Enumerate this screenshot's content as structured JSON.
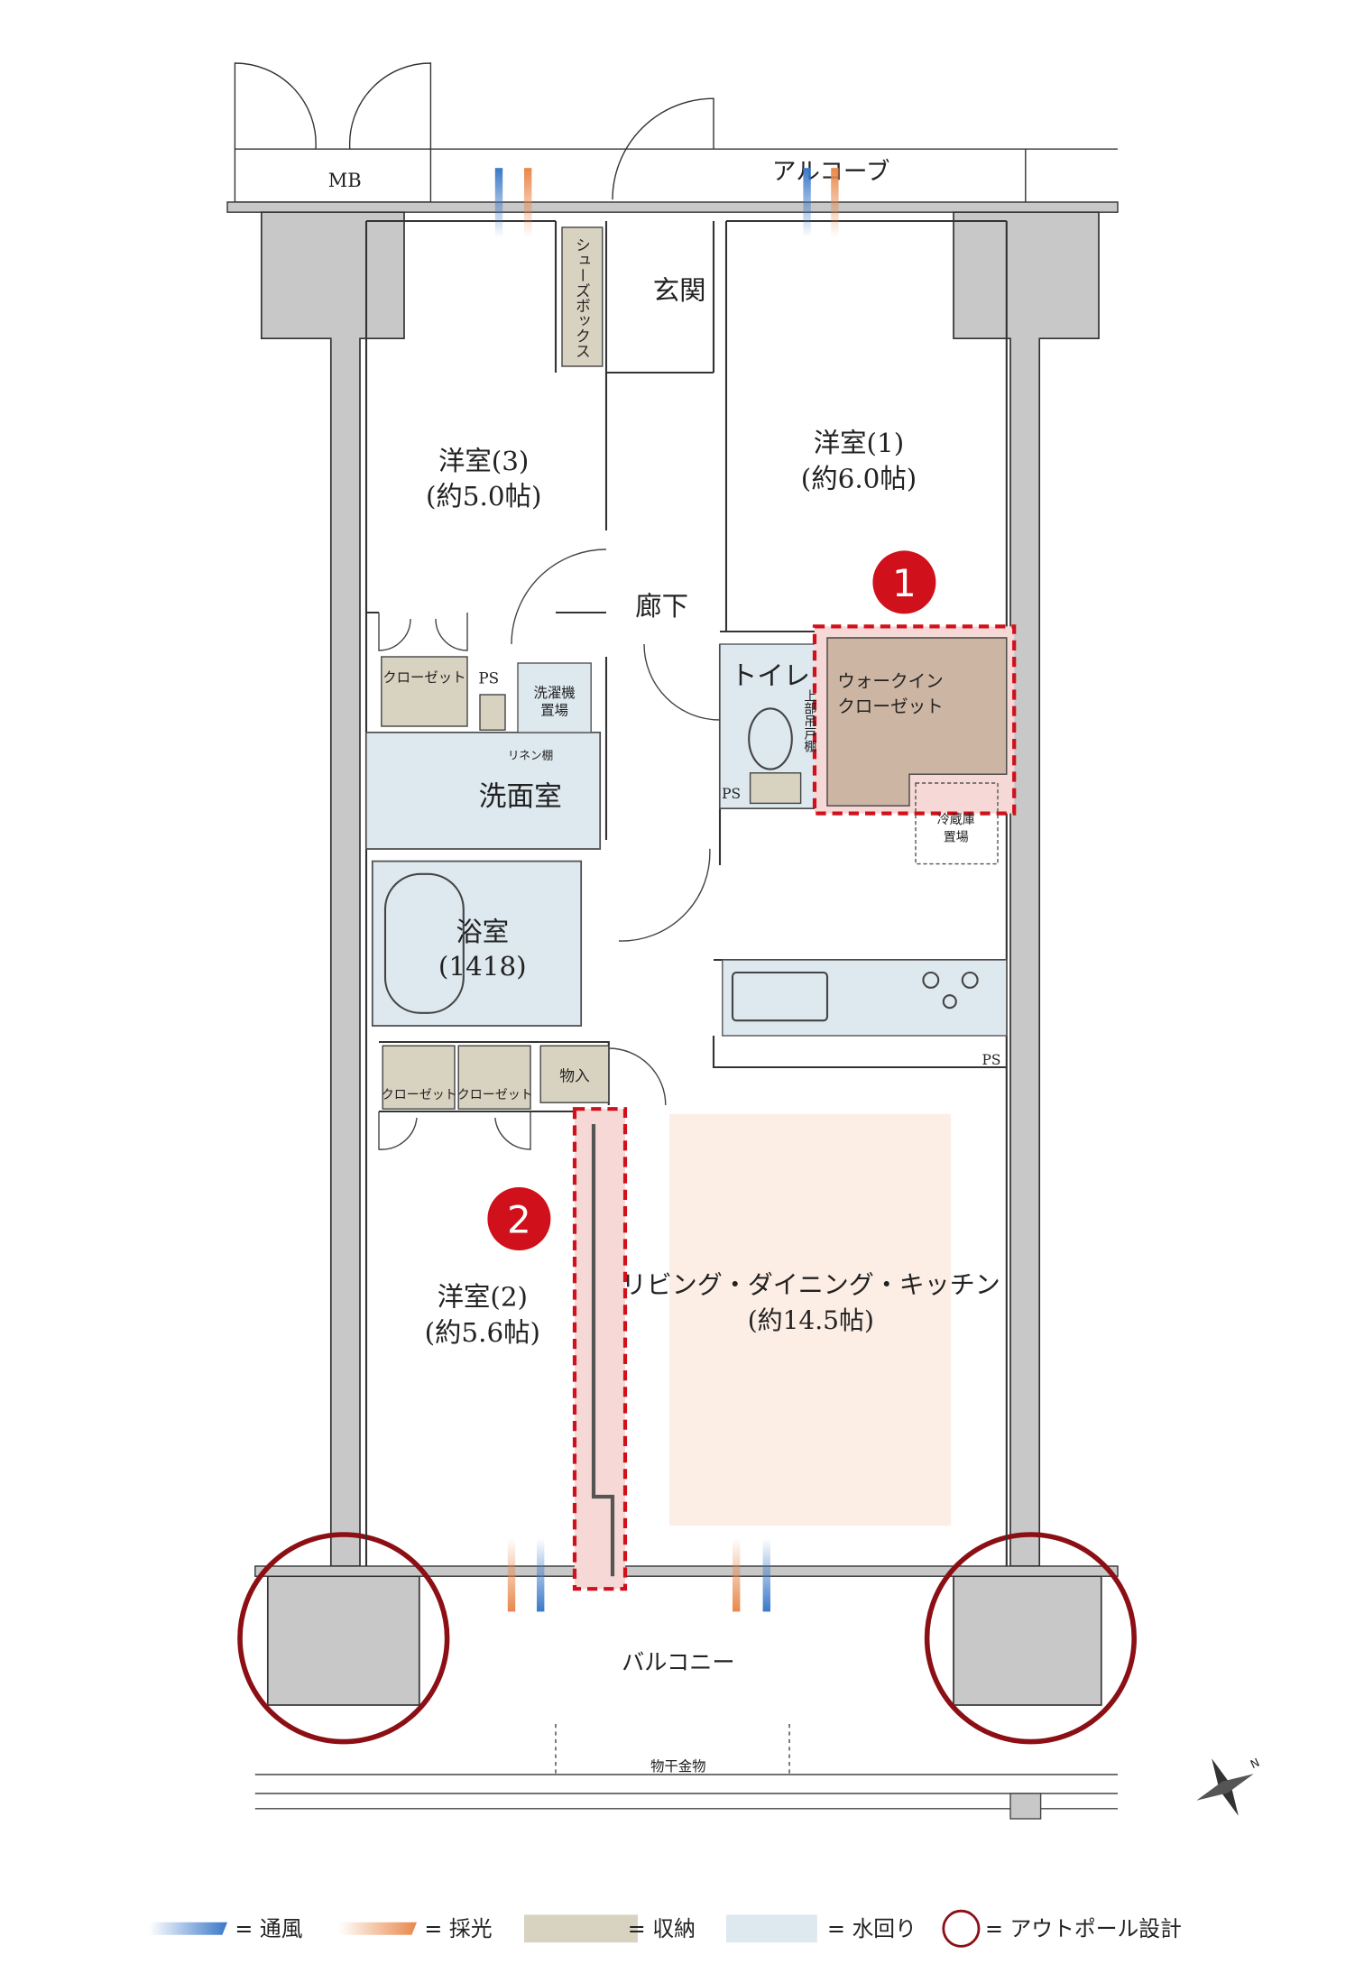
{
  "rooms": {
    "mb": "MB",
    "alcove": "アルコーブ",
    "shoebox": "シューズボックス",
    "entrance": "玄関",
    "room3": {
      "name": "洋室(3)",
      "size": "(約5.0帖)"
    },
    "room1": {
      "name": "洋室(1)",
      "size": "(約6.0帖)"
    },
    "room2": {
      "name": "洋室(2)",
      "size": "(約5.6帖)"
    },
    "hallway": "廊下",
    "closet": "クローゼット",
    "ps": "PS",
    "washer": [
      "洗濯機",
      "置場"
    ],
    "linen": "リネン棚",
    "washroom": "洗面室",
    "bath": {
      "name": "浴室",
      "size": "(1418)"
    },
    "toilet": "トイレ",
    "upper_cabinet": "上部吊戸棚",
    "wic": [
      "ウォークイン",
      "クローゼット"
    ],
    "fridge": [
      "冷蔵庫",
      "置場"
    ],
    "storage": "物入",
    "ldk": {
      "name": "リビング・ダイニング・キッチン",
      "size": "(約14.5帖)"
    },
    "balcony": "バルコニー",
    "drying_hardware": "物干金物"
  },
  "markers": [
    {
      "number": "1",
      "color": "#d0101a"
    },
    {
      "number": "2",
      "color": "#d0101a"
    }
  ],
  "legend": [
    {
      "label": "= 通風",
      "color": "#3a78c8"
    },
    {
      "label": "= 採光",
      "color": "#e8884a"
    },
    {
      "label": "= 収納",
      "color": "#d8d2c0"
    },
    {
      "label": "= 水回り",
      "color": "#dde8ef"
    },
    {
      "label": "= アウトポール設計",
      "color": "#8b0f14"
    }
  ],
  "colors": {
    "wall": "#c8c8c8",
    "storage": "#d8d2c0",
    "wet_area": "#dde8ef",
    "wic": "#ccb5a3",
    "ldk_highlight": "#fdeee5",
    "partition_highlight": "#f6d9d6",
    "dashed_highlight": "#d0101a"
  }
}
